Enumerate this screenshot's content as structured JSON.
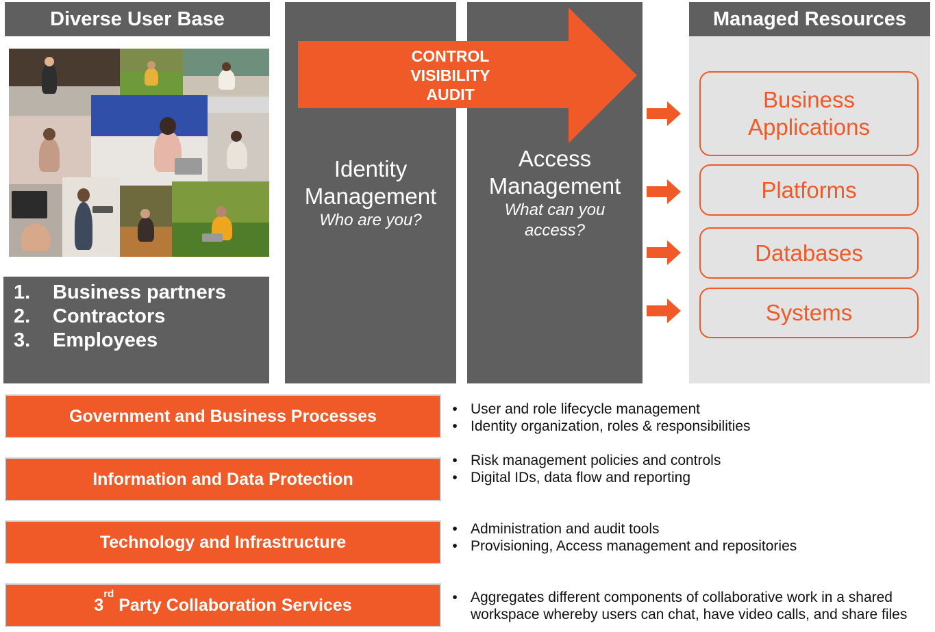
{
  "user_base": {
    "title": "Diverse User Base",
    "items": [
      {
        "num": "1.",
        "label": "Business partners"
      },
      {
        "num": "2.",
        "label": "Contractors"
      },
      {
        "num": "3.",
        "label": "Employees"
      }
    ]
  },
  "identity": {
    "title_line1": "Identity",
    "title_line2": "Management",
    "subtitle": "Who are you?"
  },
  "access": {
    "title_line1": "Access",
    "title_line2": "Management",
    "subtitle_line1": "What can you",
    "subtitle_line2": "access?"
  },
  "arrow": {
    "lines": [
      "CONTROL",
      "VISIBILITY",
      "AUDIT"
    ]
  },
  "resources": {
    "title": "Managed Resources",
    "items": [
      {
        "line1": "Business",
        "line2": "Applications"
      },
      {
        "line1": "Platforms",
        "line2": ""
      },
      {
        "line1": "Databases",
        "line2": ""
      },
      {
        "line1": "Systems",
        "line2": ""
      }
    ]
  },
  "pillars": [
    {
      "label": "Government and Business Processes",
      "bullets": [
        "User and role lifecycle management",
        "Identity organization, roles & responsibilities"
      ]
    },
    {
      "label": "Information and Data Protection",
      "bullets": [
        "Risk management policies and controls",
        "Digital IDs, data flow and reporting"
      ]
    },
    {
      "label": "Technology and Infrastructure",
      "bullets": [
        "Administration and audit tools",
        "Provisioning, Access management and repositories"
      ]
    },
    {
      "label_prefix": "3",
      "label_sup": "rd",
      "label_rest": " Party Collaboration Services",
      "bullets": [
        "Aggregates different components of collaborative work in a shared",
        "workspace whereby users can chat, have video calls, and share files"
      ]
    }
  ],
  "bullet_glyph": "•",
  "colors": {
    "accent": "#f05a28",
    "panel_gray": "#5f5f5f",
    "resources_bg": "#e3e3e3"
  },
  "icons": {
    "big_arrow": "right-arrow-icon",
    "small_arrows": "right-arrow-icon"
  }
}
